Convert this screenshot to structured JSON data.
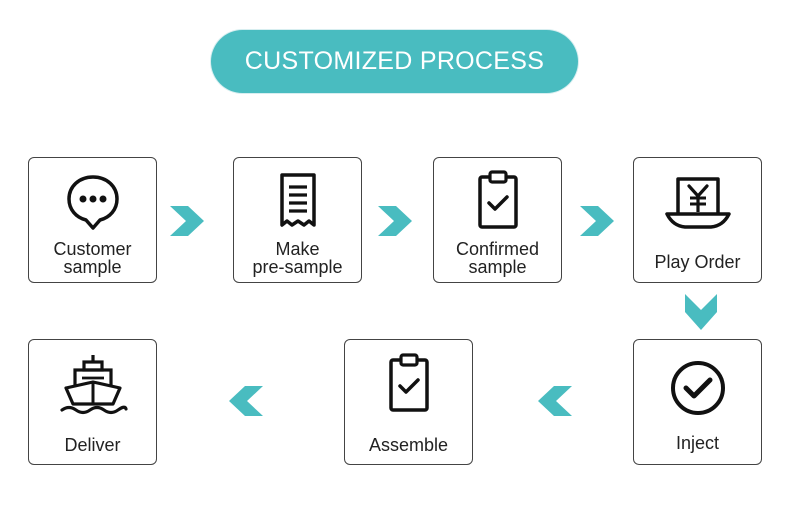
{
  "title": "CUSTOMIZED PROCESS",
  "colors": {
    "accent": "#49bcc0",
    "border": "#444444",
    "icon": "#111111"
  },
  "steps": [
    {
      "id": "customer-sample",
      "label_lines": [
        "Customer",
        "sample"
      ],
      "icon": "chat-bubble-icon"
    },
    {
      "id": "make-pre-sample",
      "label_lines": [
        "Make",
        "pre-sample"
      ],
      "icon": "receipt-icon"
    },
    {
      "id": "confirmed-sample",
      "label_lines": [
        "Confirmed",
        "sample"
      ],
      "icon": "clipboard-check-icon"
    },
    {
      "id": "play-order",
      "label_lines": [
        "Play Order"
      ],
      "icon": "yen-payment-icon"
    },
    {
      "id": "inject",
      "label_lines": [
        "Inject"
      ],
      "icon": "check-circle-icon"
    },
    {
      "id": "assemble",
      "label_lines": [
        "Assemble"
      ],
      "icon": "clipboard-check-icon"
    },
    {
      "id": "deliver",
      "label_lines": [
        "Deliver"
      ],
      "icon": "ship-icon"
    }
  ],
  "connections": [
    {
      "from": "customer-sample",
      "to": "make-pre-sample",
      "direction": "right"
    },
    {
      "from": "make-pre-sample",
      "to": "confirmed-sample",
      "direction": "right"
    },
    {
      "from": "confirmed-sample",
      "to": "play-order",
      "direction": "right"
    },
    {
      "from": "play-order",
      "to": "inject",
      "direction": "down"
    },
    {
      "from": "inject",
      "to": "assemble",
      "direction": "left"
    },
    {
      "from": "assemble",
      "to": "deliver",
      "direction": "left"
    }
  ]
}
